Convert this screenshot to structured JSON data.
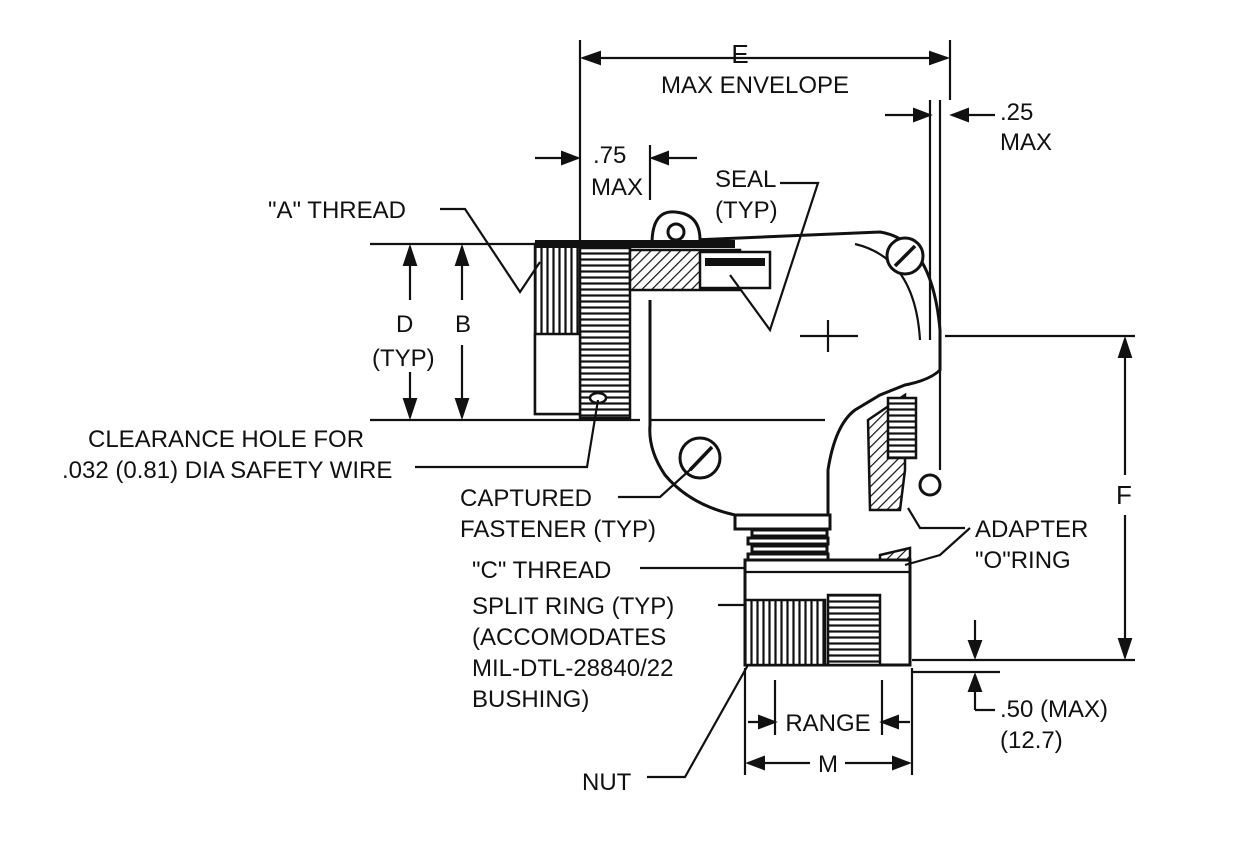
{
  "labels": {
    "e_dim": "E",
    "e_max_envelope": "MAX ENVELOPE",
    "dim_25": ".25",
    "dim_25_max": "MAX",
    "dim_75": ".75",
    "dim_75_max": "MAX",
    "seal": "SEAL",
    "seal_typ": "(TYP)",
    "a_thread": "\"A\" THREAD",
    "d_dim": "D",
    "d_typ": "(TYP)",
    "b_dim": "B",
    "clearance_1": "CLEARANCE HOLE FOR",
    "clearance_2": ".032 (0.81) DIA SAFETY WIRE",
    "captured_1": "CAPTURED",
    "captured_2": "FASTENER (TYP)",
    "c_thread": "\"C\" THREAD",
    "split_1": "SPLIT RING (TYP)",
    "split_2": "(ACCOMODATES",
    "split_3": "MIL-DTL-28840/22",
    "split_4": "BUSHING)",
    "adapter": "ADAPTER",
    "oring": "\"O\"RING",
    "f_dim": "F",
    "dim_50": ".50 (MAX)",
    "dim_50_mm": "(12.7)",
    "range": "RANGE",
    "m_dim": "M",
    "nut": "NUT"
  }
}
